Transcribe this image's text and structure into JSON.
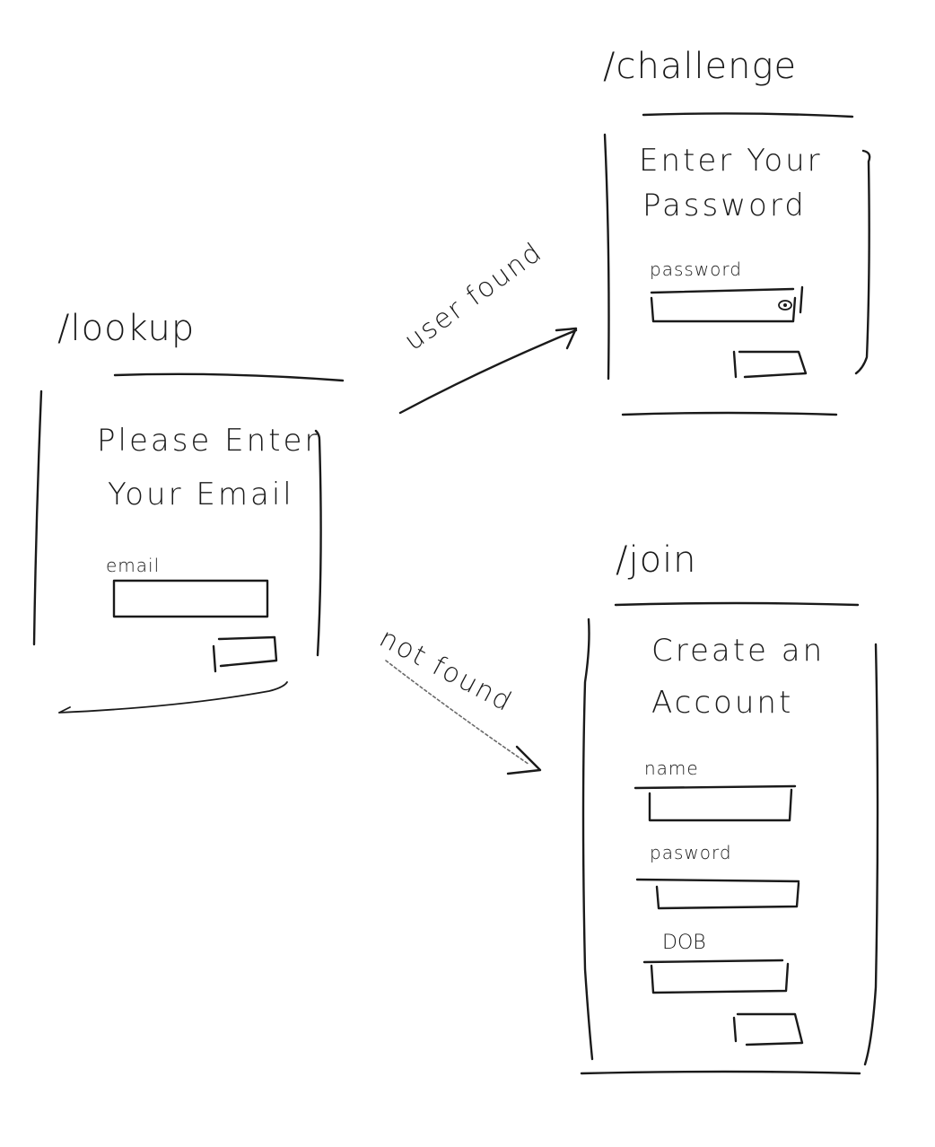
{
  "screens": {
    "lookup": {
      "route": "/lookup",
      "heading_line1": "Please Enter",
      "heading_line2": "Your Email",
      "field_label": "email"
    },
    "challenge": {
      "route": "/challenge",
      "heading_line1": "Enter Your",
      "heading_line2": "Password",
      "field_label": "password",
      "reveal_icon": "eye-icon"
    },
    "join": {
      "route": "/join",
      "heading_line1": "Create an",
      "heading_line2": "Account",
      "fields": [
        {
          "label": "name"
        },
        {
          "label": "pasword"
        },
        {
          "label": "DOB"
        }
      ]
    }
  },
  "transitions": [
    {
      "from": "lookup",
      "to": "challenge",
      "label": "user found"
    },
    {
      "from": "lookup",
      "to": "join",
      "label": "not found"
    }
  ]
}
